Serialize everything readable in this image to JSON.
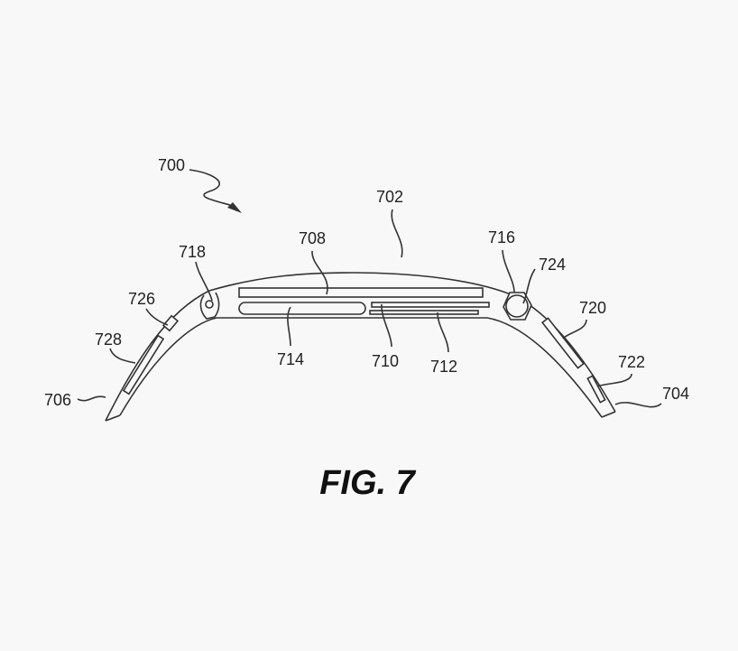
{
  "figure": {
    "caption": "FIG. 7",
    "labels": {
      "device": "700",
      "housing": "702",
      "end_right": "704",
      "end_left": "706",
      "component_708": "708",
      "component_710": "710",
      "component_712": "712",
      "component_714": "714",
      "hinge_716": "716",
      "hinge_718": "718",
      "component_720": "720",
      "component_722": "722",
      "component_724": "724",
      "component_726": "726",
      "component_728": "728"
    }
  }
}
